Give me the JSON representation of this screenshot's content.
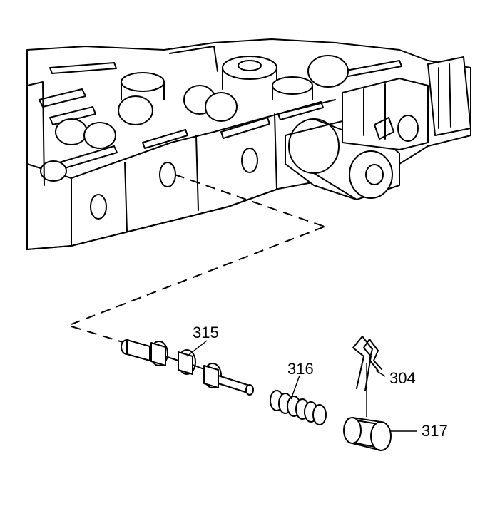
{
  "callouts": {
    "valve": "315",
    "spring": "316",
    "retainer_clip": "304",
    "plug": "317"
  }
}
